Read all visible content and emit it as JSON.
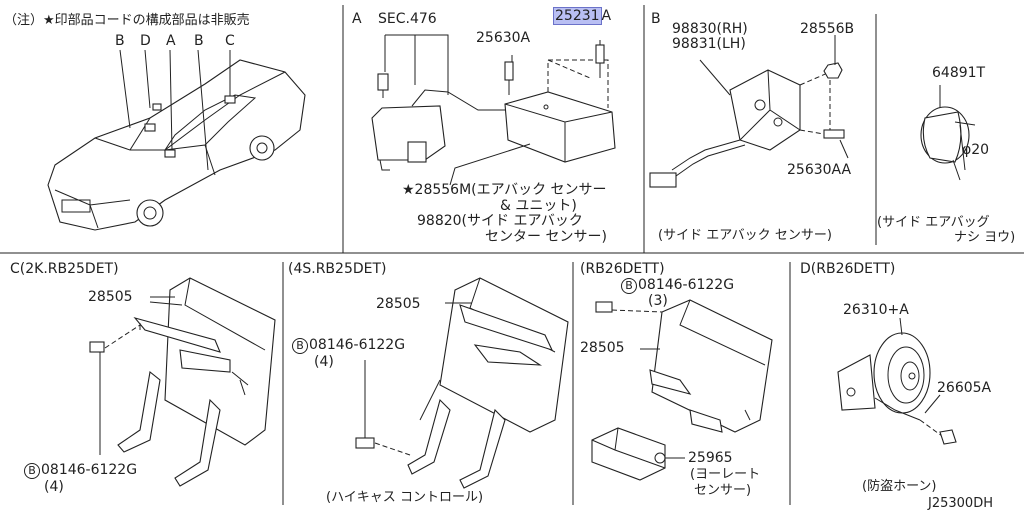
{
  "note": "（注）★印部品コードの構成部品は非販売",
  "car_callouts": [
    "B",
    "D",
    "A",
    "B",
    "C"
  ],
  "sectionA": {
    "title": "A",
    "sec_ref": "SEC.476",
    "part_highlight": "25231",
    "part_highlight_suffix": "A",
    "part_bolt": "25630A",
    "unit_line1": "★28556M(エアバック センサー",
    "unit_line2": "& ユニット)",
    "side_line1": "98820(サイド エアバック",
    "side_line2": "センター センサー)"
  },
  "sectionB": {
    "title": "B",
    "rh": "98830(RH)",
    "lh": "98831(LH)",
    "nut": "28556B",
    "bolt": "25630AA",
    "caption": "(サイド エアバック センサー)"
  },
  "sectionPlug": {
    "part": "64891T",
    "dim": "φ20",
    "caption1": "(サイド エアバッグ",
    "caption2": "ナシ ヨウ)"
  },
  "sectionC": {
    "title": "C(2K.RB25DET)",
    "unit": "28505",
    "bolt_mark": "B",
    "bolt": "08146-6122G",
    "bolt_qty": "(4)"
  },
  "section4S": {
    "title": "(4S.RB25DET)",
    "unit": "28505",
    "bolt_mark": "B",
    "bolt": "08146-6122G",
    "bolt_qty": "(4)",
    "caption": "(ハイキャス コントロール)"
  },
  "sectionRB26": {
    "title": "(RB26DETT)",
    "bolt_mark": "B",
    "bolt": "08146-6122G",
    "bolt_qty": "(3)",
    "unit": "28505",
    "sensor": "25965",
    "sensor_caption1": "(ヨーレート",
    "sensor_caption2": "センサー)"
  },
  "sectionD": {
    "title": "D(RB26DETT)",
    "horn": "26310+A",
    "bolt": "26605A",
    "caption": "(防盗ホーン)"
  },
  "diagram_code": "J25300DH"
}
